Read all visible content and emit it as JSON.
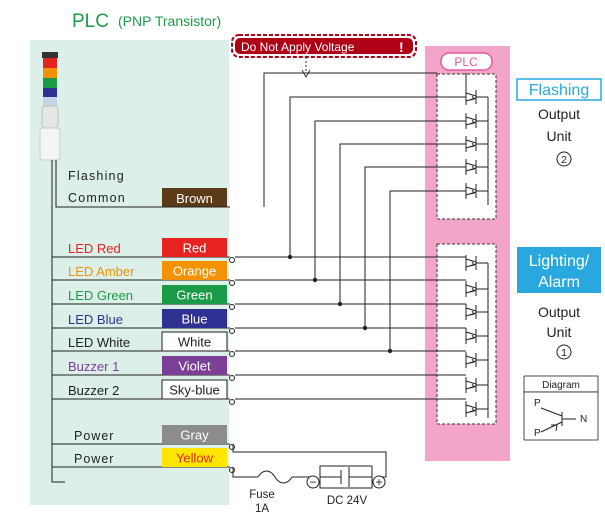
{
  "title": {
    "main": "PLC",
    "sub": "(PNP Transistor)"
  },
  "warning": {
    "text": "Do Not Apply Voltage",
    "mark": "!"
  },
  "plc_box_label": "PLC",
  "flashing_common": {
    "label_line1": "Flashing",
    "label_line2": "Common",
    "color_name": "Brown",
    "color": "#5b3a17"
  },
  "signal_wires": [
    {
      "label": "LED Red",
      "label_color": "#e52421",
      "color_name": "Red",
      "box_fill": "#e52421",
      "box_text": "#ffffff"
    },
    {
      "label": "LED Amber",
      "label_color": "#f39200",
      "color_name": "Orange",
      "box_fill": "#f39200",
      "box_text": "#ffffff"
    },
    {
      "label": "LED Green",
      "label_color": "#1a9b47",
      "color_name": "Green",
      "box_fill": "#1a9b47",
      "box_text": "#ffffff"
    },
    {
      "label": "LED Blue",
      "label_color": "#2e3192",
      "color_name": "Blue",
      "box_fill": "#2e3192",
      "box_text": "#ffffff"
    },
    {
      "label": "LED White",
      "label_color": "#222222",
      "color_name": "White",
      "box_fill": "#ffffff",
      "box_text": "#222222"
    },
    {
      "label": "Buzzer 1",
      "label_color": "#7b3f98",
      "color_name": "Violet",
      "box_fill": "#7b3f98",
      "box_text": "#ffffff"
    },
    {
      "label": "Buzzer 2",
      "label_color": "#222222",
      "color_name": "Sky-blue",
      "box_fill": "#ffffff",
      "box_text": "#222222"
    }
  ],
  "power_wires": [
    {
      "label": "Power",
      "color_name": "Gray",
      "box_fill": "#8c8c8c",
      "box_text": "#ffffff"
    },
    {
      "label": "Power",
      "color_name": "Yellow",
      "box_fill": "#ffe500",
      "box_text": "#e52421"
    }
  ],
  "fuse": {
    "label": "Fuse",
    "rating": "1A"
  },
  "supply": {
    "label": "DC 24V",
    "minus": "−",
    "plus": "+"
  },
  "flashing_unit": {
    "title": "Flashing",
    "line2": "Output",
    "line3": "Unit",
    "number": "2"
  },
  "lighting_unit": {
    "title_line1": "Lighting/",
    "title_line2": "Alarm",
    "line2": "Output",
    "line3": "Unit",
    "number": "1"
  },
  "diagram_legend": {
    "title": "Diagram",
    "p1": "P",
    "p2": "P",
    "n": "N"
  },
  "colors": {
    "title_green": "#1a9b47",
    "panel_bg": "#dcefe8",
    "plc_pink": "#f2a5c8",
    "plc_pink_dark": "#e05a9c",
    "accent_blue": "#29a8e0",
    "warning_red": "#b00016",
    "wire": "#222222"
  }
}
